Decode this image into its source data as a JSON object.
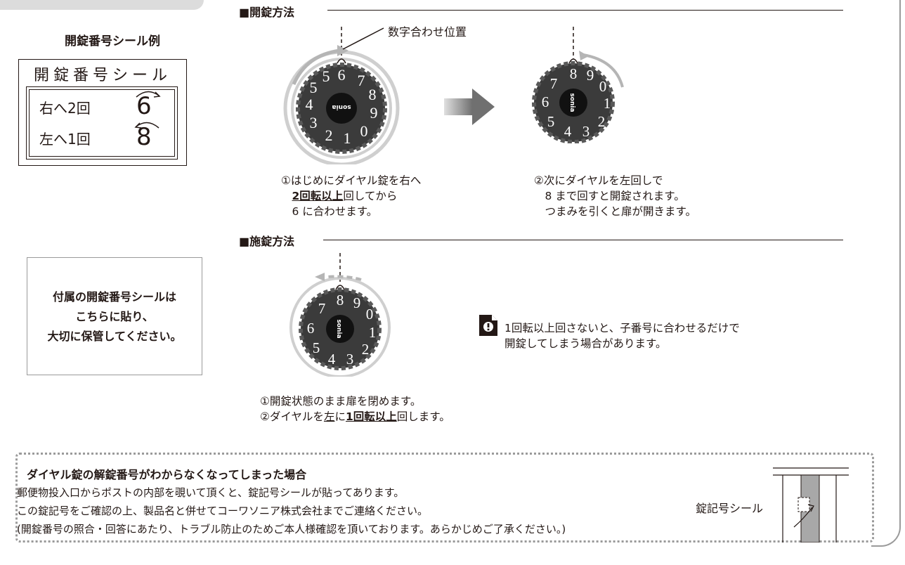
{
  "sticker": {
    "title": "開錠番号シール例",
    "head": "開錠番号シール",
    "row1_label": "右へ2回",
    "row1_value": "6",
    "row2_label": "左へ1回",
    "row2_value": "8"
  },
  "note": {
    "line1": "付属の開錠番号シールは",
    "line2": "こちらに貼り、",
    "line3": "大切に保管してください。"
  },
  "unlock": {
    "heading": "■開錠方法",
    "callout": "数字合わせ位置",
    "dial_brand": "sonia",
    "step1_line1": "①はじめにダイヤル錠を右へ",
    "step1_emph": "2回転以上",
    "step1_rest": "回してから",
    "step1_line3": "6 に合わせます。",
    "step2_line1": "②次にダイヤルを左回しで",
    "step2_line2": "8 まで回すと開錠されます。",
    "step2_line3": "つまみを引くと扉が開きます。"
  },
  "lock": {
    "heading": "■施錠方法",
    "warning_line1": "1回転以上回さないと、子番号に合わせるだけで",
    "warning_line2": "開錠してしまう場合があります。",
    "step1": "①開錠状態のまま扉を閉めます。",
    "step2_pre": "②ダイヤルを",
    "step2_left": "左",
    "step2_mid": "に",
    "step2_emph": "1回転以上",
    "step2_post": "回します。"
  },
  "lost": {
    "title": "ダイヤル錠の解錠番号がわからなくなってしまった場合",
    "line1": "郵便物投入口からポストの内部を覗いて頂くと、錠記号シールが貼ってあります。",
    "line2": "この錠記号をご確認の上、製品名と併せてコーワソニア株式会社までご連絡ください。",
    "line3": "(開錠番号の照合・回答にあたり、トラブル防止のためご本人様確認を頂いております。あらかじめご了承ください。)",
    "seal_label": "錠記号シール"
  }
}
